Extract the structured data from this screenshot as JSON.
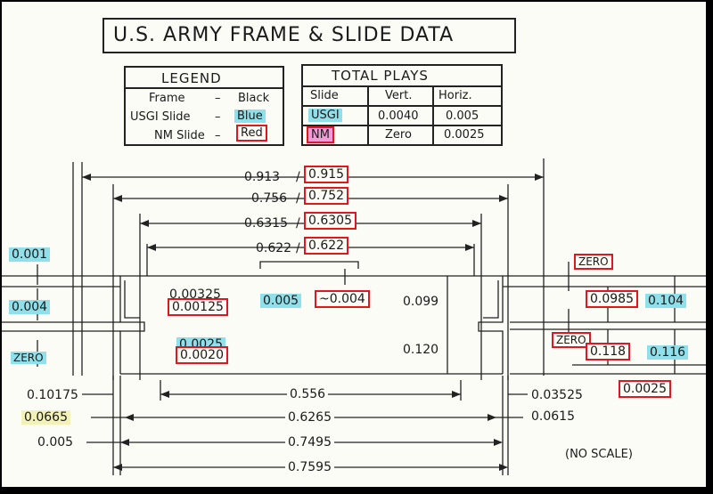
{
  "title": "U.S. ARMY FRAME & SLIDE DATA",
  "legend": {
    "heading": "LEGEND",
    "rows": [
      {
        "label": "Frame",
        "dash": "–",
        "value": "Black"
      },
      {
        "label": "USGI Slide",
        "dash": "–",
        "value": "Blue"
      },
      {
        "label": "NM Slide",
        "dash": "–",
        "value": "Red"
      }
    ]
  },
  "plays": {
    "heading": "TOTAL PLAYS",
    "headers": [
      "Slide",
      "Vert.",
      "Horiz."
    ],
    "rows": [
      {
        "slide": "USGI",
        "vert": "0.0040",
        "horiz": "0.005"
      },
      {
        "slide": "NM",
        "vert": "Zero",
        "horiz": "0.0025"
      }
    ]
  },
  "top_dims": [
    {
      "frame": "0.913",
      "sep": "/",
      "nm": "0.915"
    },
    {
      "frame": "0.756",
      "sep": "/",
      "nm": "0.752"
    },
    {
      "frame": "0.6315",
      "sep": "/",
      "nm": "0.6305"
    },
    {
      "frame": "0.622",
      "sep": "/",
      "nm": "0.622"
    }
  ],
  "left_dims": {
    "d1": "0.001",
    "d2": "0.004",
    "d3": "ZERO"
  },
  "inner_dims": {
    "a": "0.00325",
    "b": "0.00125",
    "c": "0.005",
    "d": "~0.004",
    "e": "0.099",
    "f": "0.0025",
    "g": "0.0020",
    "h": "0.120"
  },
  "right_dims": {
    "zero_top": "ZERO",
    "r1": "0.0985",
    "r2": "0.104",
    "zero_mid": "ZERO",
    "r3": "0.118",
    "r4": "0.116",
    "r5": "0.0025"
  },
  "bottom_dims": {
    "b1": "0.10175",
    "b2": "0.556",
    "b3": "0.03525",
    "b4": "0.0665",
    "b5": "0.6265",
    "b6": "0.0615",
    "b7": "0.005",
    "b8": "0.7495",
    "b9": "0.7595"
  },
  "note": "(NO SCALE)",
  "colors": {
    "frame": "#1a1a1a",
    "usgi": "#8fe0ea",
    "nm": "#e0181c",
    "nm_fill": "#f59ad6"
  }
}
